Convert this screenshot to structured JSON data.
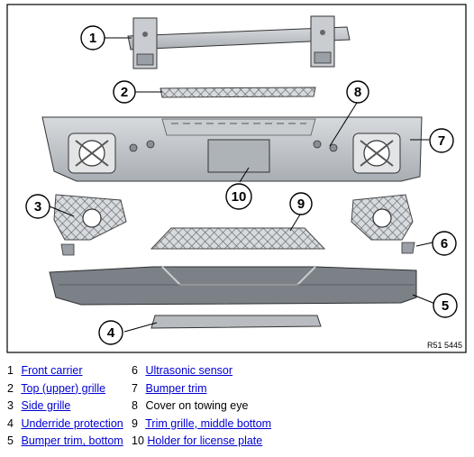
{
  "diagram": {
    "reference_code": "R51 5445",
    "callouts": [
      "1",
      "2",
      "3",
      "4",
      "5",
      "6",
      "7",
      "8",
      "9",
      "10"
    ]
  },
  "legend": {
    "items": [
      {
        "number": "1",
        "label": "Front carrier",
        "linked": true
      },
      {
        "number": "2",
        "label": "Top (upper) grille",
        "linked": true
      },
      {
        "number": "3",
        "label": "Side grille",
        "linked": true
      },
      {
        "number": "4",
        "label": "Underride protection",
        "linked": true
      },
      {
        "number": "5",
        "label": "Bumper trim, bottom",
        "linked": true
      },
      {
        "number": "6",
        "label": "Ultrasonic sensor",
        "linked": true
      },
      {
        "number": "7",
        "label": "Bumper trim",
        "linked": true
      },
      {
        "number": "8",
        "label": "Cover on towing eye",
        "linked": false
      },
      {
        "number": "9",
        "label": "Trim grille, middle bottom",
        "linked": true
      },
      {
        "number": "10",
        "label": "Holder for license plate",
        "linked": true
      }
    ]
  },
  "colors": {
    "part_fill": "#bfc3c8",
    "part_dark": "#8a8f95",
    "link": "#0000d4",
    "frame": "#000000"
  }
}
